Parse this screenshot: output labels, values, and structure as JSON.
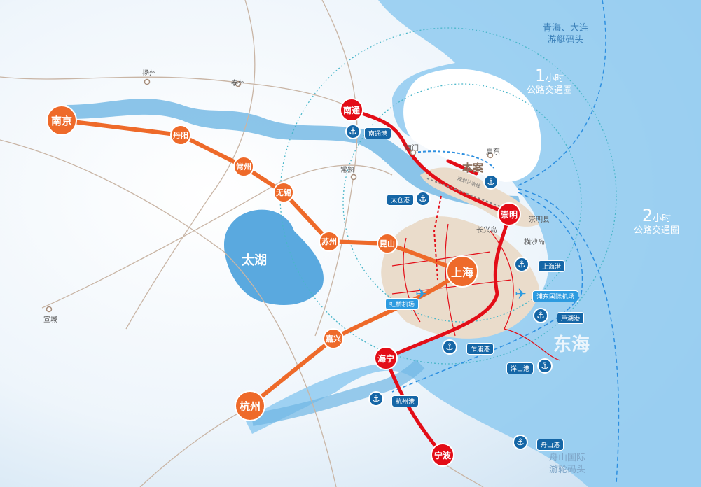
{
  "colors": {
    "expressway": "#ee6a2a",
    "rail": "#e30d17",
    "sea": "#7cc0ea",
    "shanghai_land": "#eadccb",
    "port": "#1566a6",
    "airport": "#2d9be0"
  },
  "cities_major": [
    {
      "name": "南京",
      "kind": "orange"
    },
    {
      "name": "丹阳",
      "kind": "orange"
    },
    {
      "name": "常州",
      "kind": "orange"
    },
    {
      "name": "无锡",
      "kind": "orange"
    },
    {
      "name": "苏州",
      "kind": "orange"
    },
    {
      "name": "昆山",
      "kind": "orange"
    },
    {
      "name": "上海",
      "kind": "orange"
    },
    {
      "name": "嘉兴",
      "kind": "orange"
    },
    {
      "name": "杭州",
      "kind": "orange"
    },
    {
      "name": "南通",
      "kind": "red"
    },
    {
      "name": "崇明",
      "kind": "red"
    },
    {
      "name": "海宁",
      "kind": "red"
    },
    {
      "name": "宁波",
      "kind": "red"
    }
  ],
  "towns": [
    "扬州",
    "泰州",
    "常熟",
    "海门",
    "启东",
    "宣城",
    "长兴岛",
    "崇明县",
    "横沙岛"
  ],
  "ports": [
    "南通港",
    "太仓港",
    "上海港",
    "芦潮港",
    "乍浦港",
    "洋山港",
    "杭州港",
    "舟山港"
  ],
  "airports": [
    "虹桥机场",
    "浦东国际机场"
  ],
  "project_label": "本案",
  "planned_route": "规划沪崇线",
  "lake": "太湖",
  "sea_label": "东海",
  "ring1": {
    "num": "1",
    "unit": "小时",
    "text": "公路交通圈"
  },
  "ring2": {
    "num": "2",
    "unit": "小时",
    "text": "公路交通圈"
  },
  "yacht": {
    "line1": "青海、大连",
    "line2": "游艇码头"
  },
  "cruise": {
    "line1": "舟山国际",
    "line2": "游轮码头"
  }
}
